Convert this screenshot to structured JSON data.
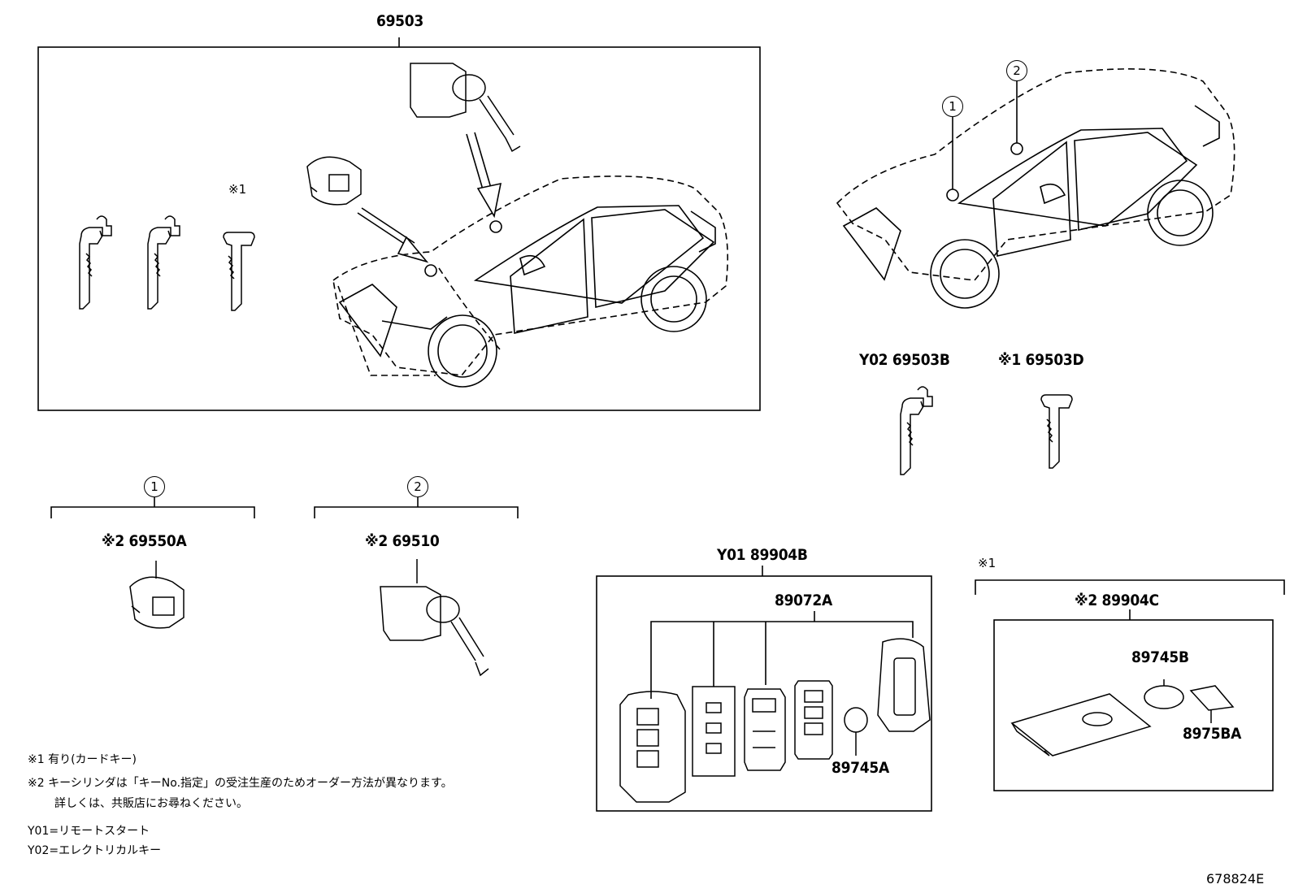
{
  "labels": {
    "assembly": "69503",
    "y02_key": "Y02 69503B",
    "card_key_main": "※1 69503D",
    "cylinder_door": "※2 69550A",
    "cylinder_ign": "※2 69510",
    "transmitter_set": "Y01 89904B",
    "transmitter": "89072A",
    "battery_a": "89745A",
    "card_key_set": "※2 89904C",
    "battery_b": "89745B",
    "card_part": "8975BA",
    "mark1_key": "※1",
    "mark1_card": "※1",
    "circle1": "1",
    "circle2": "2",
    "circle1_car": "1",
    "circle2_car": "2"
  },
  "notes": [
    "※1  有り(カードキー)",
    "※2  キーシリンダは「キーNo.指定」の受注生産のためオーダー方法が異なります。",
    "詳しくは、共販店にお尋ねください。",
    "Y01=リモートスタート",
    "Y02=エレクトリカルキー"
  ],
  "figure_id": "678824E"
}
